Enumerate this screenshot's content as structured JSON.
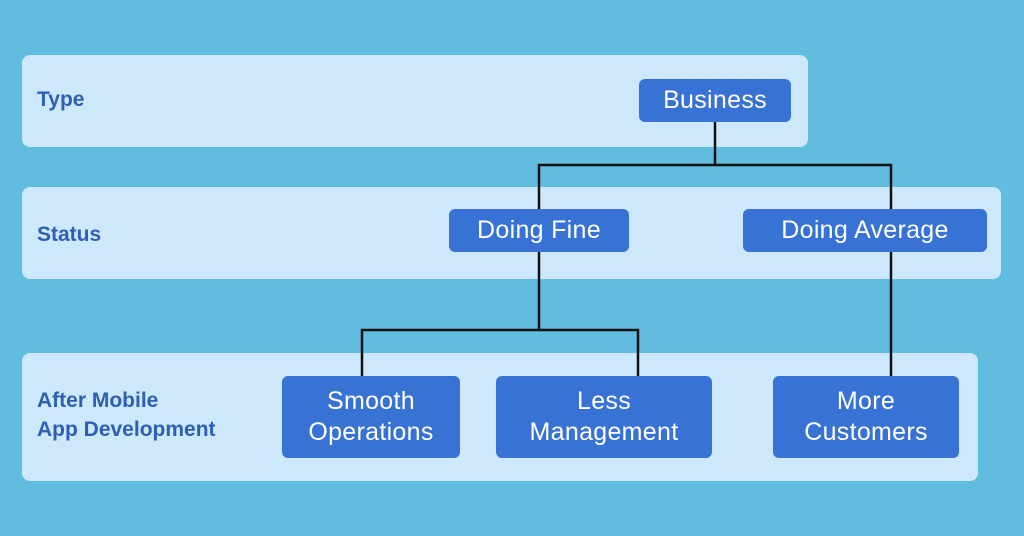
{
  "rows": {
    "type": {
      "label": "Type"
    },
    "status": {
      "label": "Status"
    },
    "after": {
      "label": "After Mobile\nApp Development"
    }
  },
  "nodes": {
    "business": "Business",
    "doing_fine": "Doing Fine",
    "doing_average": "Doing Average",
    "smooth_operations": "Smooth\nOperations",
    "less_management": "Less\nManagement",
    "more_customers": "More\nCustomers"
  },
  "colors": {
    "background": "#62bcdf",
    "band": "#cde8fb",
    "label_text": "#2f5fb3",
    "node_fill": "#3872d4",
    "node_text": "#ffffff",
    "connector": "#111111"
  }
}
